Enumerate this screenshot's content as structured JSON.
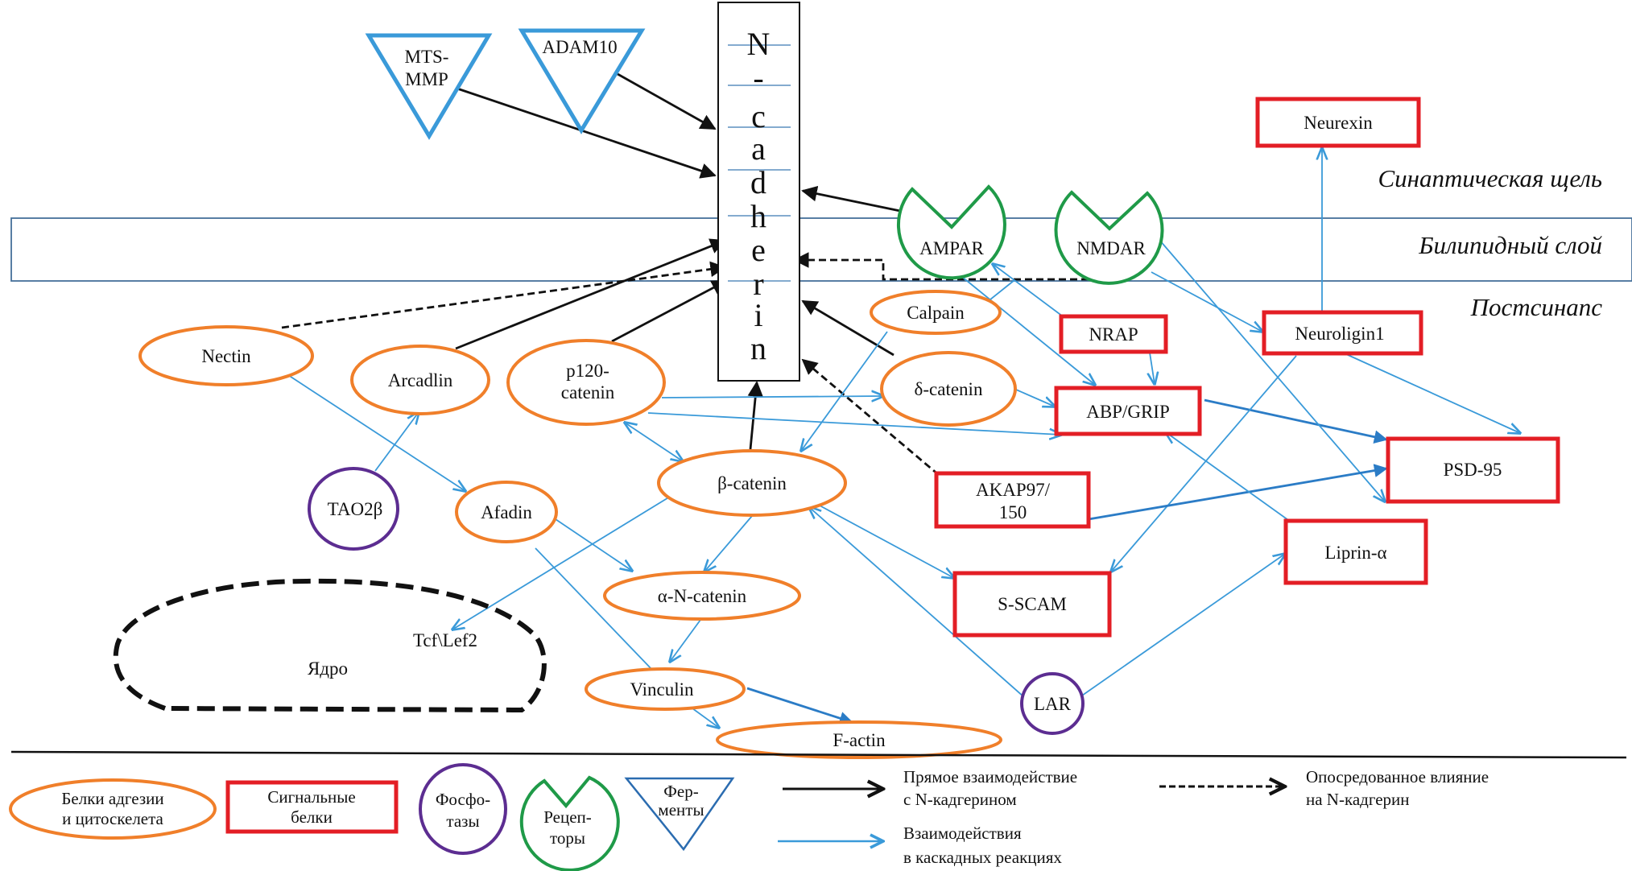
{
  "zones": {
    "cleft": "Синаптическая щель",
    "bilayer": "Билипидный слой",
    "postsynapse": "Постсинапс"
  },
  "ncadherin_letters": [
    "N",
    "-",
    "c",
    "a",
    "d",
    "h",
    "e",
    "r",
    "i",
    "n"
  ],
  "nodes": {
    "mts_mmp": [
      "MTS-",
      "MMP"
    ],
    "adam10": "ADAM10",
    "ampar": "AMPAR",
    "nmdar": "NMDAR",
    "neurexin": "Neurexin",
    "neuroligin1": "Neuroligin1",
    "nectin": "Nectin",
    "arcadlin": "Arcadlin",
    "p120": [
      "p120-",
      "catenin"
    ],
    "calpain": "Calpain",
    "delta_catenin": "δ-catenin",
    "nrap": "NRAP",
    "abp_grip": "ABP/GRIP",
    "psd95": "PSD-95",
    "tao2b": "TAO2β",
    "afadin": "Afadin",
    "beta_catenin": "β-catenin",
    "akap": [
      "AKAP97/",
      "150"
    ],
    "alpha_n_catenin": "α-N-catenin",
    "sscam": "S-SCAM",
    "liprin": "Liprin-α",
    "vinculin": "Vinculin",
    "factin": "F-actin",
    "lar": "LAR",
    "tcf_lef2": "Tcf\\Lef2",
    "nucleus": "Ядро"
  },
  "legend": {
    "adhesion": [
      "Белки адгезии",
      "и цитоскелета"
    ],
    "signal": [
      "Сигнальные",
      "белки"
    ],
    "phosphatase": [
      "Фосфо-",
      "тазы"
    ],
    "receptor": [
      "Рецеп-",
      "торы"
    ],
    "enzyme": [
      "Фер-",
      "менты"
    ],
    "direct": [
      "Прямое взаимодействие",
      "с N-кадгерином"
    ],
    "indirect": [
      "Опосредованное влияние",
      "на N-кадгерин"
    ],
    "cascade": [
      "Взаимодействия",
      "в каскадных реакциях"
    ]
  },
  "colors": {
    "adhesion": "#f07f2a",
    "signal": "#e31e25",
    "phosphatase": "#5c2d91",
    "receptor": "#1f9a48",
    "enzyme": "#3a9ad9",
    "direct": "#111111",
    "cascade": "#3a9ad9"
  }
}
